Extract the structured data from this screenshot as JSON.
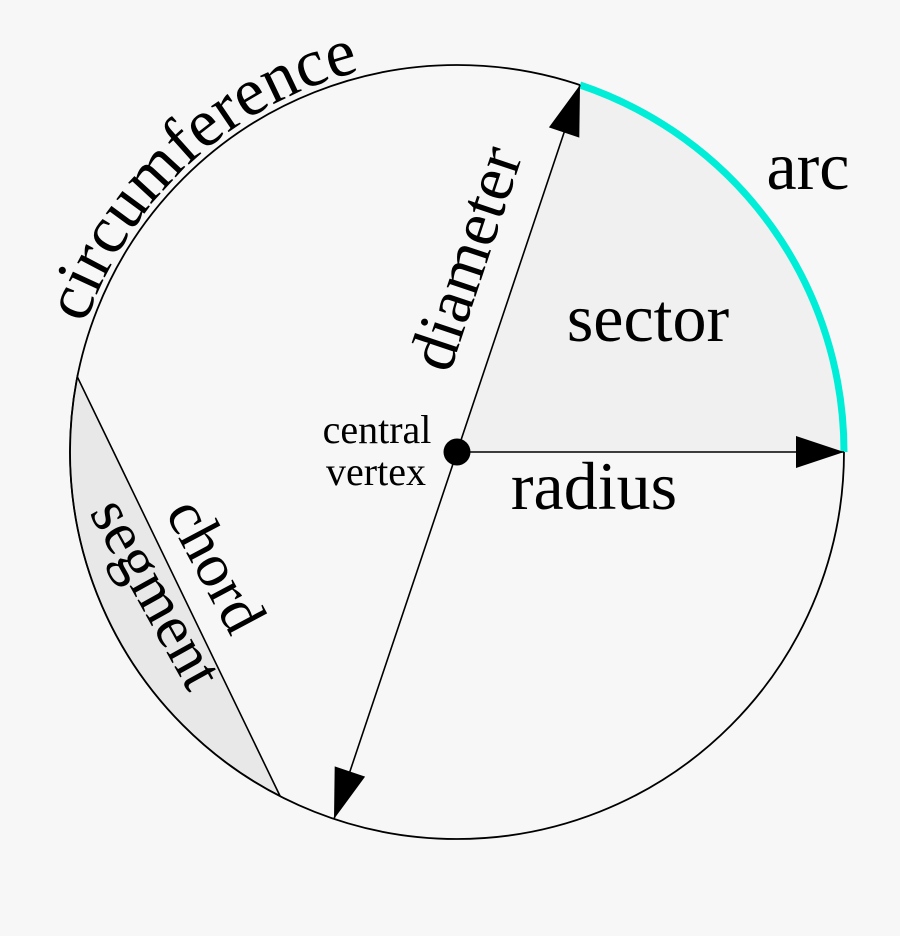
{
  "labels": {
    "circumference": "circumference",
    "diameter": "diameter",
    "arc": "arc",
    "sector": "sector",
    "radius": "radius",
    "central_vertex_line1": "central",
    "central_vertex_line2": "vertex",
    "chord": "chord",
    "segment": "segment"
  },
  "colors": {
    "background": "#f7f7f7",
    "line": "#000000",
    "text": "#000000",
    "arc_highlight": "#00eed8",
    "sector_fill": "#f0f0f0",
    "segment_fill": "#e8e8e8"
  }
}
